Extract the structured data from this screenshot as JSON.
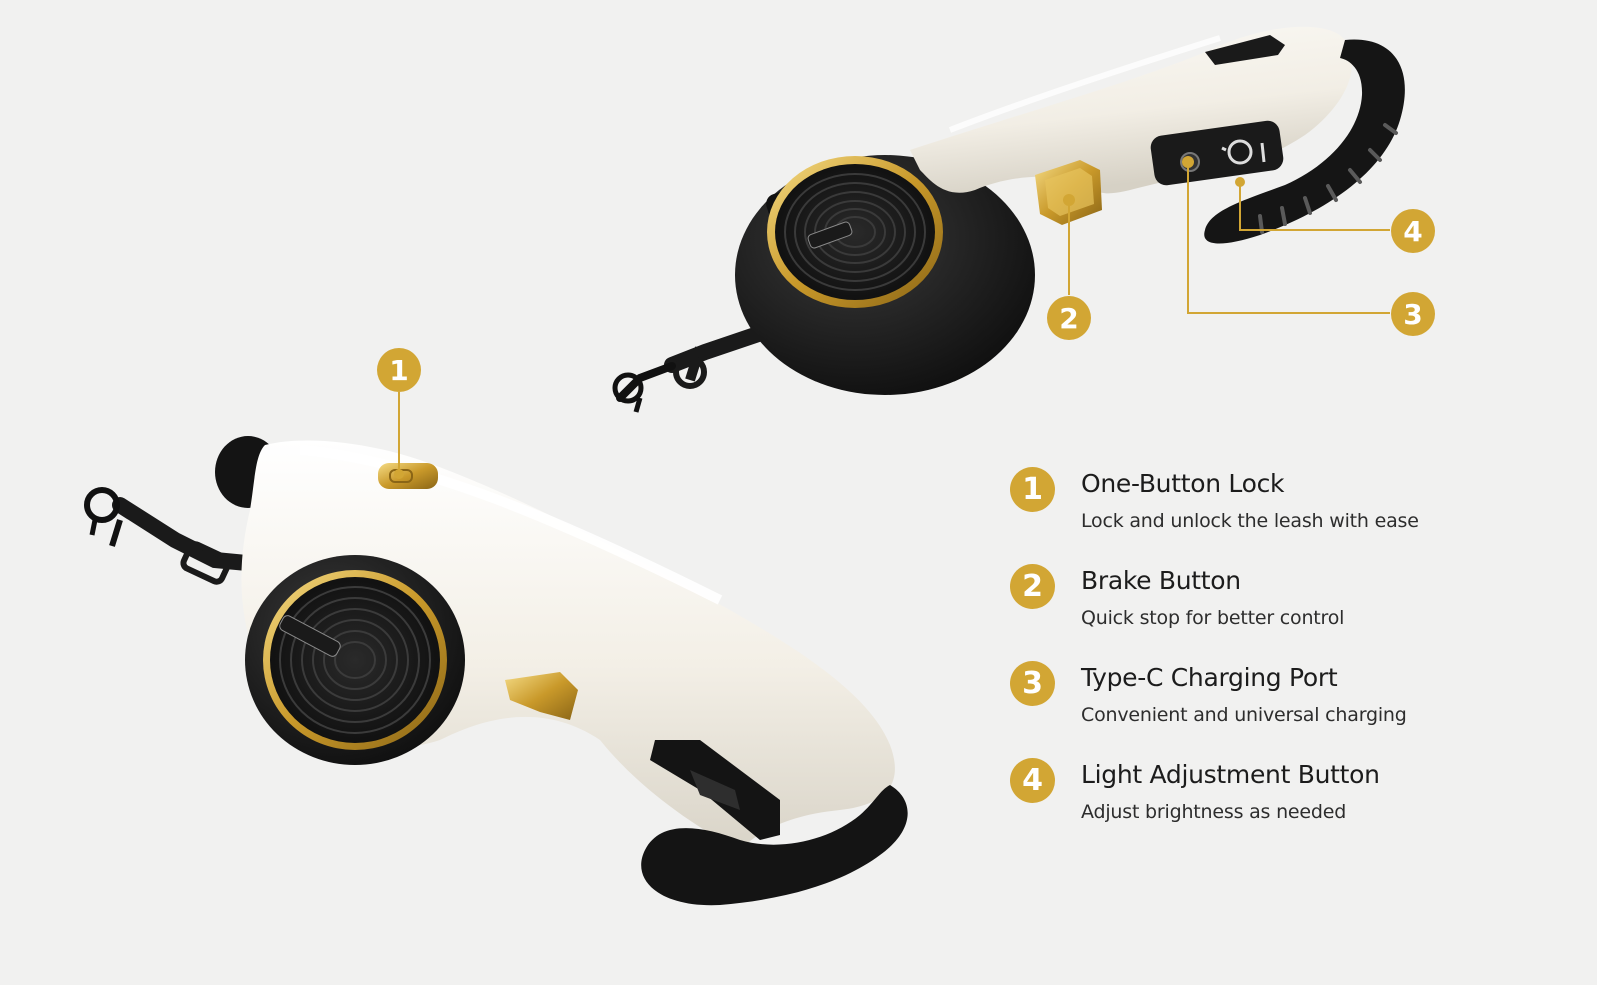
{
  "colors": {
    "background": "#f1f1f0",
    "accent_gold": "#d2a634",
    "body_white": "#f6f3ec",
    "rubber_black": "#1b1b1b"
  },
  "callouts": {
    "top": {
      "brake": "2",
      "charging": "3",
      "light": "4"
    },
    "bottom": {
      "lock": "1"
    }
  },
  "features": [
    {
      "number": "1",
      "title": "One-Button Lock",
      "description": "Lock and unlock the leash with ease"
    },
    {
      "number": "2",
      "title": "Brake Button",
      "description": "Quick stop for better control"
    },
    {
      "number": "3",
      "title": "Type-C Charging Port",
      "description": "Convenient and universal charging"
    },
    {
      "number": "4",
      "title": "Light Adjustment Button",
      "description": "Adjust brightness as needed"
    }
  ]
}
